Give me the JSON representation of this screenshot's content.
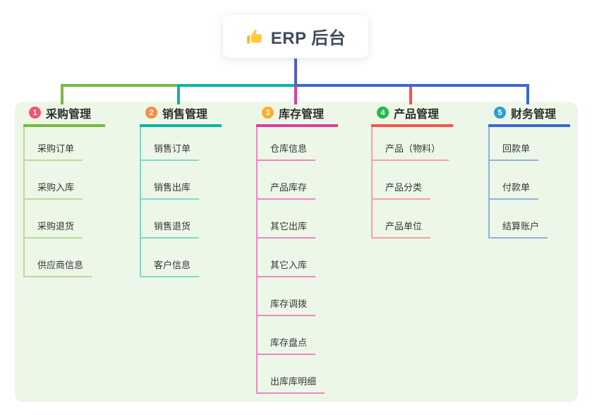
{
  "root": {
    "label": "ERP 后台",
    "icon": "thumbs-up-icon",
    "line_color": "#4f5fc5"
  },
  "canvas": {
    "panel_color": "#edf7e7"
  },
  "branches": [
    {
      "badge": "1",
      "label": "采购管理",
      "badge_color": "#f4546c",
      "line_color": "#7cb83f",
      "child_line_color": "#b7dc96",
      "children": [
        "采购订单",
        "采购入库",
        "采购退货",
        "供应商信息"
      ]
    },
    {
      "badge": "2",
      "label": "销售管理",
      "badge_color": "#f98c43",
      "line_color": "#0ab5a4",
      "child_line_color": "#7ed9cc",
      "children": [
        "销售订单",
        "销售出库",
        "销售退货",
        "客户信息"
      ]
    },
    {
      "badge": "3",
      "label": "库存管理",
      "badge_color": "#dc3f9c",
      "line_color": "#dc3f9c",
      "child_line_color": "#ee86c3",
      "children": [
        "仓库信息",
        "产品库存",
        "其它出库",
        "其它入库",
        "库存调拨",
        "库存盘点",
        "出库库明细"
      ]
    },
    {
      "badge": "4",
      "label": "产品管理",
      "badge_color": "#26b84b",
      "line_color": "#f4534f",
      "child_line_color": "#f9a19e",
      "children": [
        "产品（物料）",
        "产品分类",
        "产品单位"
      ]
    },
    {
      "badge": "5",
      "label": "财务管理",
      "badge_color": "#2d9fd4",
      "line_color": "#3a68d2",
      "child_line_color": "#92afe6",
      "children": [
        "回款单",
        "付款单",
        "结算账户"
      ]
    }
  ],
  "badge_colors": [
    "#f4546c",
    "#f98c43",
    "#fbae2a",
    "#26b84b",
    "#2d9fd4"
  ]
}
